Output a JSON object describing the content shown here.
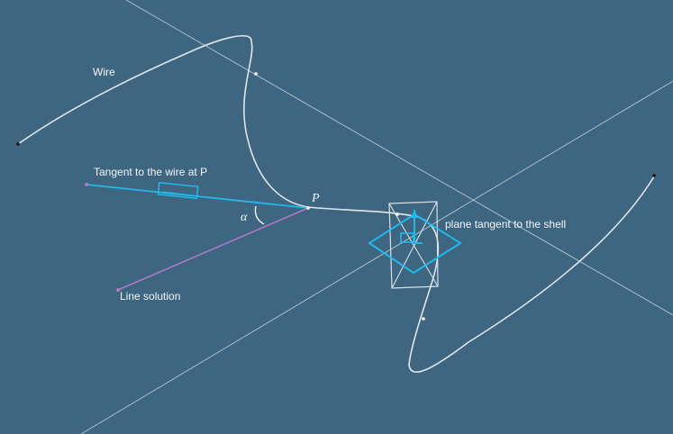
{
  "labels": {
    "wire": "Wire",
    "tangent": "Tangent to the wire at P",
    "line_solution": "Line solution",
    "plane_tangent": "plane tangent to the shell",
    "point_p": "P",
    "angle": "α"
  },
  "colors": {
    "background": "#3e6680",
    "wire": "#dde6ec",
    "guide_lines": "#b7c8d4",
    "tangent": "#22b8ec",
    "line_solution": "#b07ac8",
    "plane_outline": "#d7e1e8"
  }
}
